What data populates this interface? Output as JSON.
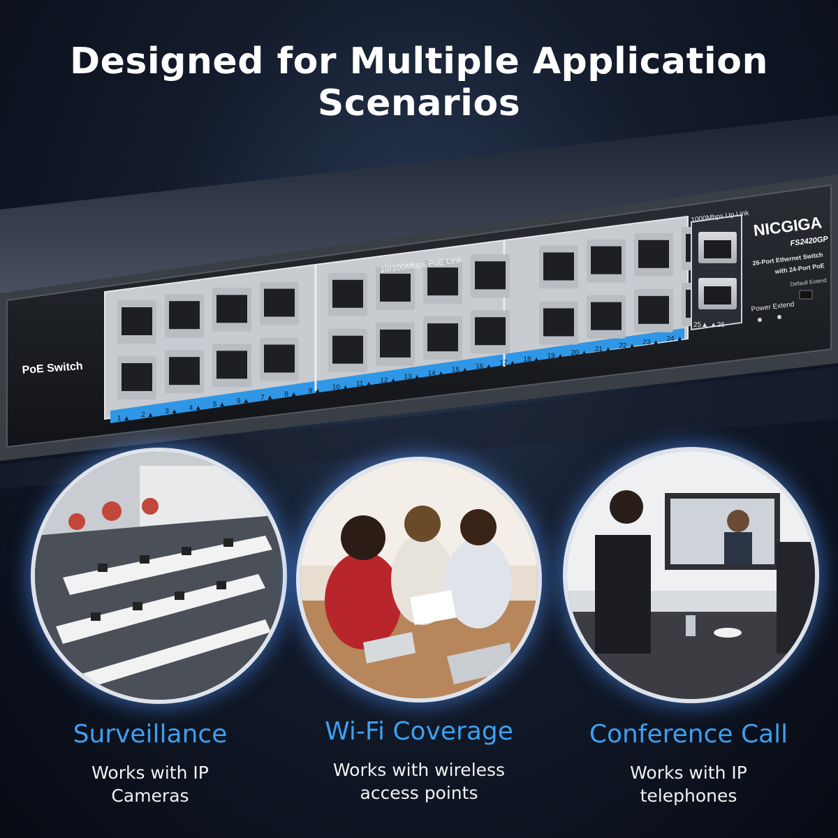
{
  "headline": "Designed for Multiple Application Scenarios",
  "device": {
    "brand": "NICGIGA",
    "model": "FS2420GP",
    "desc_line1": "26-Port Ethernet Switch",
    "desc_line2": "with 24-Port PoE",
    "side_label": "PoE Switch",
    "poe_link_label": "10/100Mbps  PoE Link",
    "uplink_label": "1000Mbps Up Link",
    "default_extend": "Default Extend",
    "power_extend": "Power  Extend",
    "uplink_ports": "25▲ ▲26",
    "port_numbers": [
      "1",
      "2",
      "3",
      "4",
      "5",
      "6",
      "7",
      "8",
      "9",
      "10",
      "11",
      "12",
      "13",
      "14",
      "15",
      "16",
      "17",
      "18",
      "19",
      "20",
      "21",
      "22",
      "23",
      "24"
    ]
  },
  "scenarios": [
    {
      "title": "Surveillance",
      "desc_line1": "Works with IP",
      "desc_line2": "Cameras"
    },
    {
      "title": "Wi-Fi Coverage",
      "desc_line1": "Works with wireless",
      "desc_line2": "access points"
    },
    {
      "title": "Conference Call",
      "desc_line1": "Works with IP",
      "desc_line2": "telephones"
    }
  ]
}
